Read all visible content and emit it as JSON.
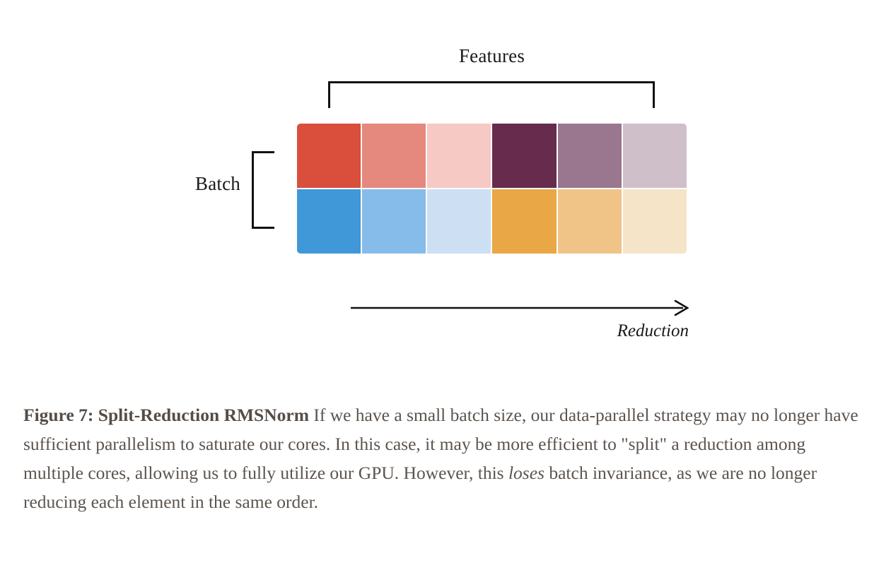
{
  "figure": {
    "features_label": "Features",
    "batch_label": "Batch",
    "reduction_label": "Reduction",
    "grid": {
      "rows": 2,
      "cols": 6,
      "cells": [
        [
          {
            "name": "row1-col1",
            "color": "#D94F3C"
          },
          {
            "name": "row1-col2",
            "color": "#E5887D"
          },
          {
            "name": "row1-col3",
            "color": "#F6C9C4"
          },
          {
            "name": "row1-col4",
            "color": "#662B4D"
          },
          {
            "name": "row1-col5",
            "color": "#9A778E"
          },
          {
            "name": "row1-col6",
            "color": "#CEBFC9"
          }
        ],
        [
          {
            "name": "row2-col1",
            "color": "#4098D8"
          },
          {
            "name": "row2-col2",
            "color": "#85BCE9"
          },
          {
            "name": "row2-col3",
            "color": "#CDDFF3"
          },
          {
            "name": "row2-col4",
            "color": "#E9A746"
          },
          {
            "name": "row2-col5",
            "color": "#EFC486"
          },
          {
            "name": "row2-col6",
            "color": "#F6E4C9"
          }
        ]
      ]
    },
    "stroke_color": "#111111"
  },
  "caption": {
    "title": "Figure 7: Split-Reduction RMSNorm",
    "body_part_1": " If we have a small batch size, our data-parallel strategy may no longer have sufficient parallelism to saturate our cores. In this case, it may be more efficient to \"split\" a reduction among multiple cores, allowing us to fully utilize our GPU. However, this ",
    "emphasis": "loses",
    "body_part_2": " batch invariance, as we are no longer reducing each element in the same order.",
    "text_color": "#5c544e"
  }
}
